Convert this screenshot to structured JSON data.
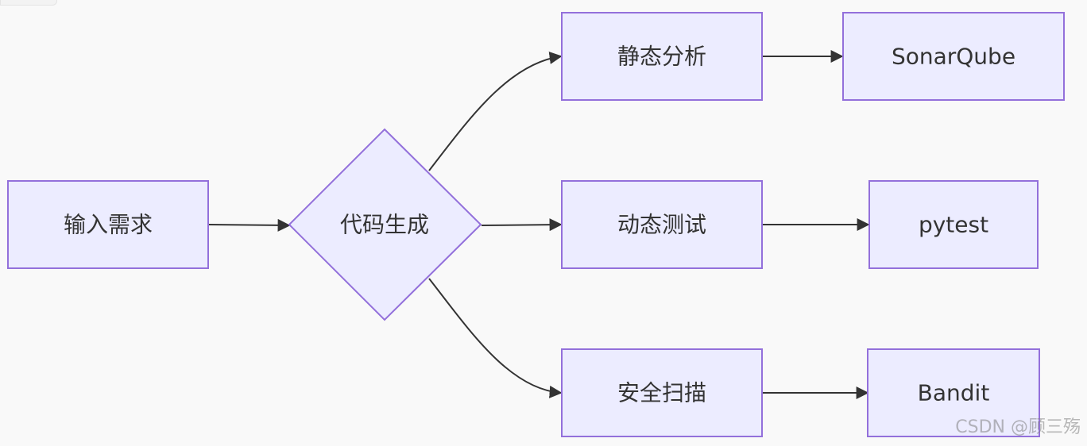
{
  "diagram": {
    "type": "flowchart",
    "nodes": {
      "input": "输入需求",
      "generate": "代码生成",
      "static_analysis": "静态分析",
      "dynamic_test": "动态测试",
      "security_scan": "安全扫描",
      "sonarqube": "SonarQube",
      "pytest": "pytest",
      "bandit": "Bandit"
    },
    "edges": [
      {
        "from": "输入需求",
        "to": "代码生成"
      },
      {
        "from": "代码生成",
        "to": "静态分析"
      },
      {
        "from": "代码生成",
        "to": "动态测试"
      },
      {
        "from": "代码生成",
        "to": "安全扫描"
      },
      {
        "from": "静态分析",
        "to": "SonarQube"
      },
      {
        "from": "动态测试",
        "to": "pytest"
      },
      {
        "from": "安全扫描",
        "to": "Bandit"
      }
    ],
    "colors": {
      "background": "#f9f9f9",
      "node_fill": "#ececff",
      "node_stroke": "#9370db",
      "edge": "#333333",
      "text": "#333333"
    }
  },
  "watermark": "CSDN @顾三殇"
}
